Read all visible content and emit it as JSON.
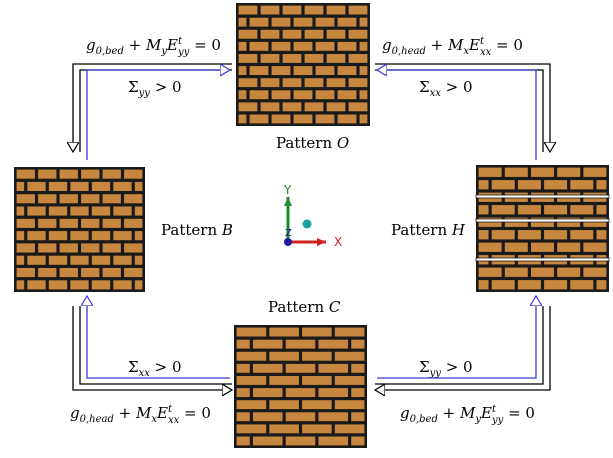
{
  "colors": {
    "brick": "#c8873e",
    "mortar": "#1a1a1a",
    "outer_arrow": "#000000",
    "inner_arrow": "#3b3bd6",
    "axis_x": "#cc2222",
    "axis_y": "#1e8a2e",
    "axis_z": "#1a1aa0",
    "axis_sphere": "#1aa0a0"
  },
  "patterns": {
    "O": {
      "label_prefix": "Pattern ",
      "label_var": "O"
    },
    "B": {
      "label_prefix": "Pattern ",
      "label_var": "B"
    },
    "H": {
      "label_prefix": "Pattern ",
      "label_var": "H"
    },
    "C": {
      "label_prefix": "Pattern ",
      "label_var": "C"
    }
  },
  "conditions": {
    "top_left": {
      "sigma": "Σ",
      "sigma_sub": "yy",
      "rel": " > 0"
    },
    "top_right": {
      "sigma": "Σ",
      "sigma_sub": "xx",
      "rel": " > 0"
    },
    "bottom_left": {
      "sigma": "Σ",
      "sigma_sub": "xx",
      "rel": " > 0"
    },
    "bottom_right": {
      "sigma": "Σ",
      "sigma_sub": "yy",
      "rel": " > 0"
    }
  },
  "equations": {
    "top_left": {
      "g": "g",
      "g_sub": "0,bed",
      "plus": " + ",
      "m": "M",
      "m_sub": "y",
      "e": "E",
      "e_sup": "t",
      "e_sub": "yy",
      "rhs": " = 0"
    },
    "top_right": {
      "g": "g",
      "g_sub": "0,head",
      "plus": " + ",
      "m": "M",
      "m_sub": "x",
      "e": "E",
      "e_sup": "t",
      "e_sub": "xx",
      "rhs": " = 0"
    },
    "bottom_left": {
      "g": "g",
      "g_sub": "0,head",
      "plus": " + ",
      "m": "M",
      "m_sub": "x",
      "e": "E",
      "e_sup": "t",
      "e_sub": "xx",
      "rhs": " = 0"
    },
    "bottom_right": {
      "g": "g",
      "g_sub": "0,bed",
      "plus": " + ",
      "m": "M",
      "m_sub": "y",
      "e": "E",
      "e_sup": "t",
      "e_sub": "yy",
      "rhs": " = 0"
    }
  },
  "axes": {
    "x": "X",
    "y": "Y",
    "z": "Z"
  }
}
